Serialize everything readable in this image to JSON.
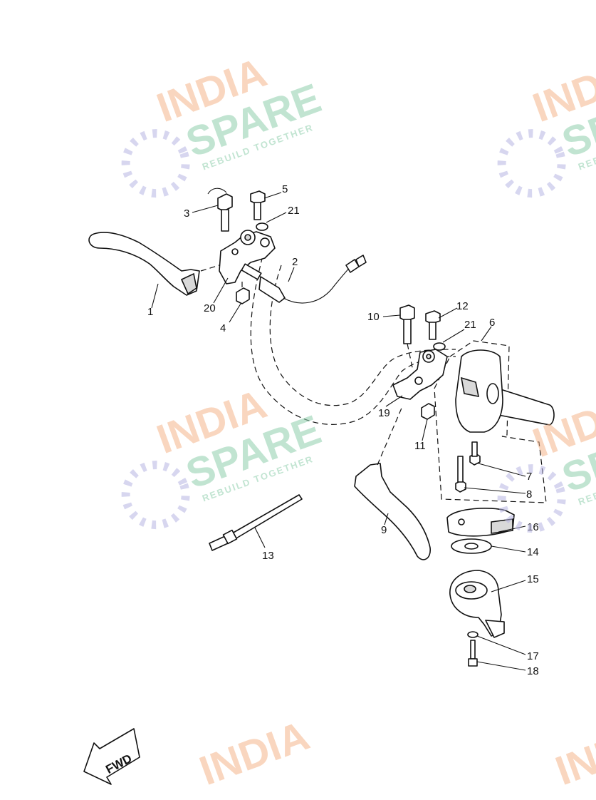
{
  "callouts": [
    {
      "id": "c1",
      "text": "1"
    },
    {
      "id": "c2",
      "text": "2"
    },
    {
      "id": "c3",
      "text": "3"
    },
    {
      "id": "c4",
      "text": "4"
    },
    {
      "id": "c5",
      "text": "5"
    },
    {
      "id": "c6",
      "text": "6"
    },
    {
      "id": "c7",
      "text": "7"
    },
    {
      "id": "c8",
      "text": "8"
    },
    {
      "id": "c9",
      "text": "9"
    },
    {
      "id": "c10",
      "text": "10"
    },
    {
      "id": "c11",
      "text": "11"
    },
    {
      "id": "c12",
      "text": "12"
    },
    {
      "id": "c13",
      "text": "13"
    },
    {
      "id": "c14",
      "text": "14"
    },
    {
      "id": "c15",
      "text": "15"
    },
    {
      "id": "c16",
      "text": "16"
    },
    {
      "id": "c17",
      "text": "17"
    },
    {
      "id": "c18",
      "text": "18"
    },
    {
      "id": "c19",
      "text": "19"
    },
    {
      "id": "c20",
      "text": "20"
    },
    {
      "id": "c21a",
      "text": "21"
    },
    {
      "id": "c21b",
      "text": "21"
    }
  ],
  "fwd_label": "FWD",
  "watermark": {
    "line1": "INDIA",
    "line2": "SPARE",
    "line3": "REBUILD TOGETHER",
    "color_india": "#f5b68c",
    "color_spare": "#8fcfad",
    "color_icon": "#b7b6e3"
  }
}
